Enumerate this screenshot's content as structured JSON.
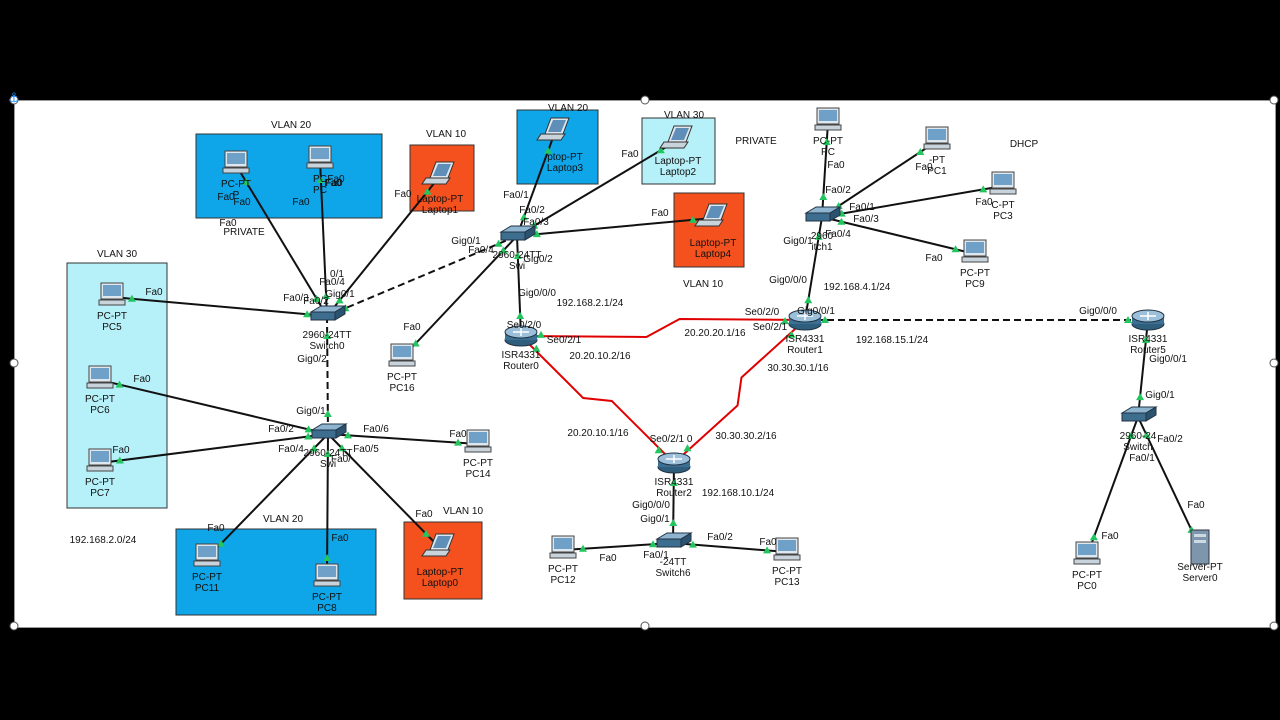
{
  "zones": [
    {
      "id": "z-vlan20-top",
      "label": "VLAN 20",
      "color": "#0ea5e9"
    },
    {
      "id": "z-vlan10-top",
      "label": "VLAN 10",
      "color": "#f4511e"
    },
    {
      "id": "z-vlan30-left",
      "label": "VLAN 30",
      "color": "#b6f0f8"
    },
    {
      "id": "z-vlan20-bottom",
      "label": "VLAN 20",
      "color": "#0ea5e9"
    },
    {
      "id": "z-vlan10-bottom",
      "label": "VLAN 10",
      "color": "#f4511e"
    },
    {
      "id": "z-vlan20-mid",
      "label": "VLAN 20",
      "color": "#0ea5e9"
    },
    {
      "id": "z-vlan30-mid",
      "label": "VLAN 30",
      "color": "#b6f0f8"
    },
    {
      "id": "z-vlan10-mid",
      "label": "",
      "color": "#f4511e"
    }
  ],
  "devices": [
    {
      "id": "pc-a",
      "kind": "pc",
      "label": "PC-PT P"
    },
    {
      "id": "pc-b",
      "kind": "pc",
      "label": "PC PC"
    },
    {
      "id": "laptop1",
      "kind": "laptop",
      "label": "Laptop-PT Laptop1"
    },
    {
      "id": "pc5",
      "kind": "pc",
      "label": "PC-PT PC5"
    },
    {
      "id": "pc6",
      "kind": "pc",
      "label": "PC-PT PC6"
    },
    {
      "id": "pc7",
      "kind": "pc",
      "label": "PC-PT PC7"
    },
    {
      "id": "switch0",
      "kind": "switch",
      "label": "2960-24TT Switch0"
    },
    {
      "id": "switch-mid",
      "kind": "switch",
      "label": "2960-24TT Swi"
    },
    {
      "id": "pc14",
      "kind": "pc",
      "label": "PC-PT PC14"
    },
    {
      "id": "pc11",
      "kind": "pc",
      "label": "PC-PT PC11"
    },
    {
      "id": "pc8",
      "kind": "pc",
      "label": "PC-PT PC8"
    },
    {
      "id": "laptop0",
      "kind": "laptop",
      "label": "Laptop-PT Laptop0"
    },
    {
      "id": "pc16",
      "kind": "pc",
      "label": "PC-PT PC16"
    },
    {
      "id": "laptop3",
      "kind": "laptop",
      "label": "ptop-PT Laptop3"
    },
    {
      "id": "laptop2",
      "kind": "laptop",
      "label": "Laptop-PT Laptop2"
    },
    {
      "id": "laptop4",
      "kind": "laptop",
      "label": "Laptop-PT Laptop4"
    },
    {
      "id": "switch-center",
      "kind": "switch",
      "label": "2960-24TT Swi"
    },
    {
      "id": "router0",
      "kind": "router",
      "label": "ISR4331 Router0"
    },
    {
      "id": "router1",
      "kind": "router",
      "label": "ISR4331 Router1"
    },
    {
      "id": "router2",
      "kind": "router",
      "label": "ISR4331 Router2"
    },
    {
      "id": "switch6",
      "kind": "switch",
      "label": "-24TT Switch6"
    },
    {
      "id": "pc12",
      "kind": "pc",
      "label": "PC-PT PC12"
    },
    {
      "id": "pc13",
      "kind": "pc",
      "label": "PC-PT PC13"
    },
    {
      "id": "pc-top",
      "kind": "pc",
      "label": "PC-PT PC"
    },
    {
      "id": "switch-tr",
      "kind": "switch",
      "label": "2960 itch1"
    },
    {
      "id": "pc1",
      "kind": "pc",
      "label": "-PT PC1"
    },
    {
      "id": "pc3",
      "kind": "pc",
      "label": "C-PT PC3"
    },
    {
      "id": "pc9",
      "kind": "pc",
      "label": "PC-PT PC9"
    },
    {
      "id": "router5",
      "kind": "router",
      "label": "ISR4331 Router5"
    },
    {
      "id": "switch-br",
      "kind": "switch",
      "label": "2960-24 Switch"
    },
    {
      "id": "pc0",
      "kind": "pc",
      "label": "PC-PT PC0"
    },
    {
      "id": "server0",
      "kind": "server",
      "label": "Server-PT Server0"
    }
  ],
  "links": [
    {
      "from": "pc-a",
      "to": "switch0",
      "style": "solid"
    },
    {
      "from": "pc-b",
      "to": "switch0",
      "style": "solid"
    },
    {
      "from": "laptop1",
      "to": "switch0",
      "style": "solid"
    },
    {
      "from": "pc5",
      "to": "switch0",
      "style": "solid"
    },
    {
      "from": "switch0",
      "to": "switch-center",
      "style": "dashed"
    },
    {
      "from": "switch0",
      "to": "switch-mid",
      "style": "dashed"
    },
    {
      "from": "pc6",
      "to": "switch-mid",
      "style": "solid"
    },
    {
      "from": "pc7",
      "to": "switch-mid",
      "style": "solid"
    },
    {
      "from": "pc14",
      "to": "switch-mid",
      "style": "solid"
    },
    {
      "from": "pc11",
      "to": "switch-mid",
      "style": "solid"
    },
    {
      "from": "pc8",
      "to": "switch-mid",
      "style": "solid"
    },
    {
      "from": "laptop0",
      "to": "switch-mid",
      "style": "solid"
    },
    {
      "from": "pc16",
      "to": "switch-center",
      "style": "solid"
    },
    {
      "from": "laptop3",
      "to": "switch-center",
      "style": "solid"
    },
    {
      "from": "laptop2",
      "to": "switch-center",
      "style": "solid"
    },
    {
      "from": "laptop4",
      "to": "switch-center",
      "style": "solid"
    },
    {
      "from": "switch-center",
      "to": "router0",
      "style": "solid"
    },
    {
      "from": "router0",
      "to": "router1",
      "style": "serial"
    },
    {
      "from": "router0",
      "to": "router2",
      "style": "serial"
    },
    {
      "from": "router1",
      "to": "router2",
      "style": "serial"
    },
    {
      "from": "router2",
      "to": "switch6",
      "style": "solid"
    },
    {
      "from": "pc12",
      "to": "switch6",
      "style": "solid"
    },
    {
      "from": "pc13",
      "to": "switch6",
      "style": "solid"
    },
    {
      "from": "router1",
      "to": "switch-tr",
      "style": "solid"
    },
    {
      "from": "pc-top",
      "to": "switch-tr",
      "style": "solid"
    },
    {
      "from": "pc1",
      "to": "switch-tr",
      "style": "solid"
    },
    {
      "from": "pc3",
      "to": "switch-tr",
      "style": "solid"
    },
    {
      "from": "pc9",
      "to": "switch-tr",
      "style": "solid"
    },
    {
      "from": "router1",
      "to": "router5",
      "style": "dashed"
    },
    {
      "from": "router5",
      "to": "switch-br",
      "style": "solid"
    },
    {
      "from": "pc0",
      "to": "switch-br",
      "style": "solid"
    },
    {
      "from": "server0",
      "to": "switch-br",
      "style": "solid"
    }
  ],
  "port_labels": [
    "Fa0",
    "Fa0",
    "Fa0",
    "Fa0",
    "Fa0",
    "Fa0",
    "Fa0",
    "Fa0",
    "Fa0",
    "Fa0",
    "Fa0",
    "Fa0",
    "Fa0",
    "Fa0",
    "Fa0",
    "Fa0",
    "Fa0",
    "Fa0",
    "Fa0",
    "Fa0",
    "Fa0",
    "Fa0",
    "Fa0",
    "Fa0",
    "Fa0",
    "Fa0",
    "Fa0/3",
    "Fa0/4",
    "Fa0/2",
    "Gig0/1",
    "Gig0/2",
    "0/1",
    "Gig0/1",
    "Fa0/2",
    "Fa0/4",
    "Fa0/6",
    "Fa0/5",
    "Fa0/",
    "Gig0/1",
    "Fa0/4",
    "Fa0/1",
    "Fa0/2",
    "Fa0/3",
    "Gig0/2",
    "Gig0/0/0",
    "Se0/2/0",
    "Se0/2/1",
    "Se0/2/0",
    "Se0/2/1",
    "Gig0/0/1",
    "Se0/2/1 0",
    "Gig0/0/0",
    "Gig0/1",
    "Fa0/1",
    "Fa0/2",
    "Fa0/2",
    "Fa0/1",
    "Fa0/3",
    "Fa0/4",
    "Gig0/1",
    "Gig0/0/0",
    "Gig0/0/0",
    "Gig0/0/1",
    "Gig0/1",
    "Fa0/2",
    "Fa0/1"
  ],
  "texts": {
    "private_left": "PRIVATE",
    "private_right": "PRIVATE",
    "dhcp": "DHCP",
    "vlan10_mid": "VLAN 10",
    "net_left": "192.168.2.0/24",
    "net_r0_gig": "192.168.2.1/24",
    "net_r1_se_a": "20.20.20.1/16",
    "net_r0_se": "20.20.10.2/16",
    "net_r1_gig": "192.168.4.1/24",
    "net_r1_r5": "192.168.15.1/24",
    "net_r1_se_b": "30.30.30.1/16",
    "net_r2_se_a": "20.20.10.1/16",
    "net_r2_se_b": "30.30.30.2/16",
    "net_r2_gig": "192.168.10.1/24"
  },
  "colors": {
    "serial_link": "#e00000",
    "ethernet_link": "#111111",
    "port_up": "#22c55e"
  }
}
